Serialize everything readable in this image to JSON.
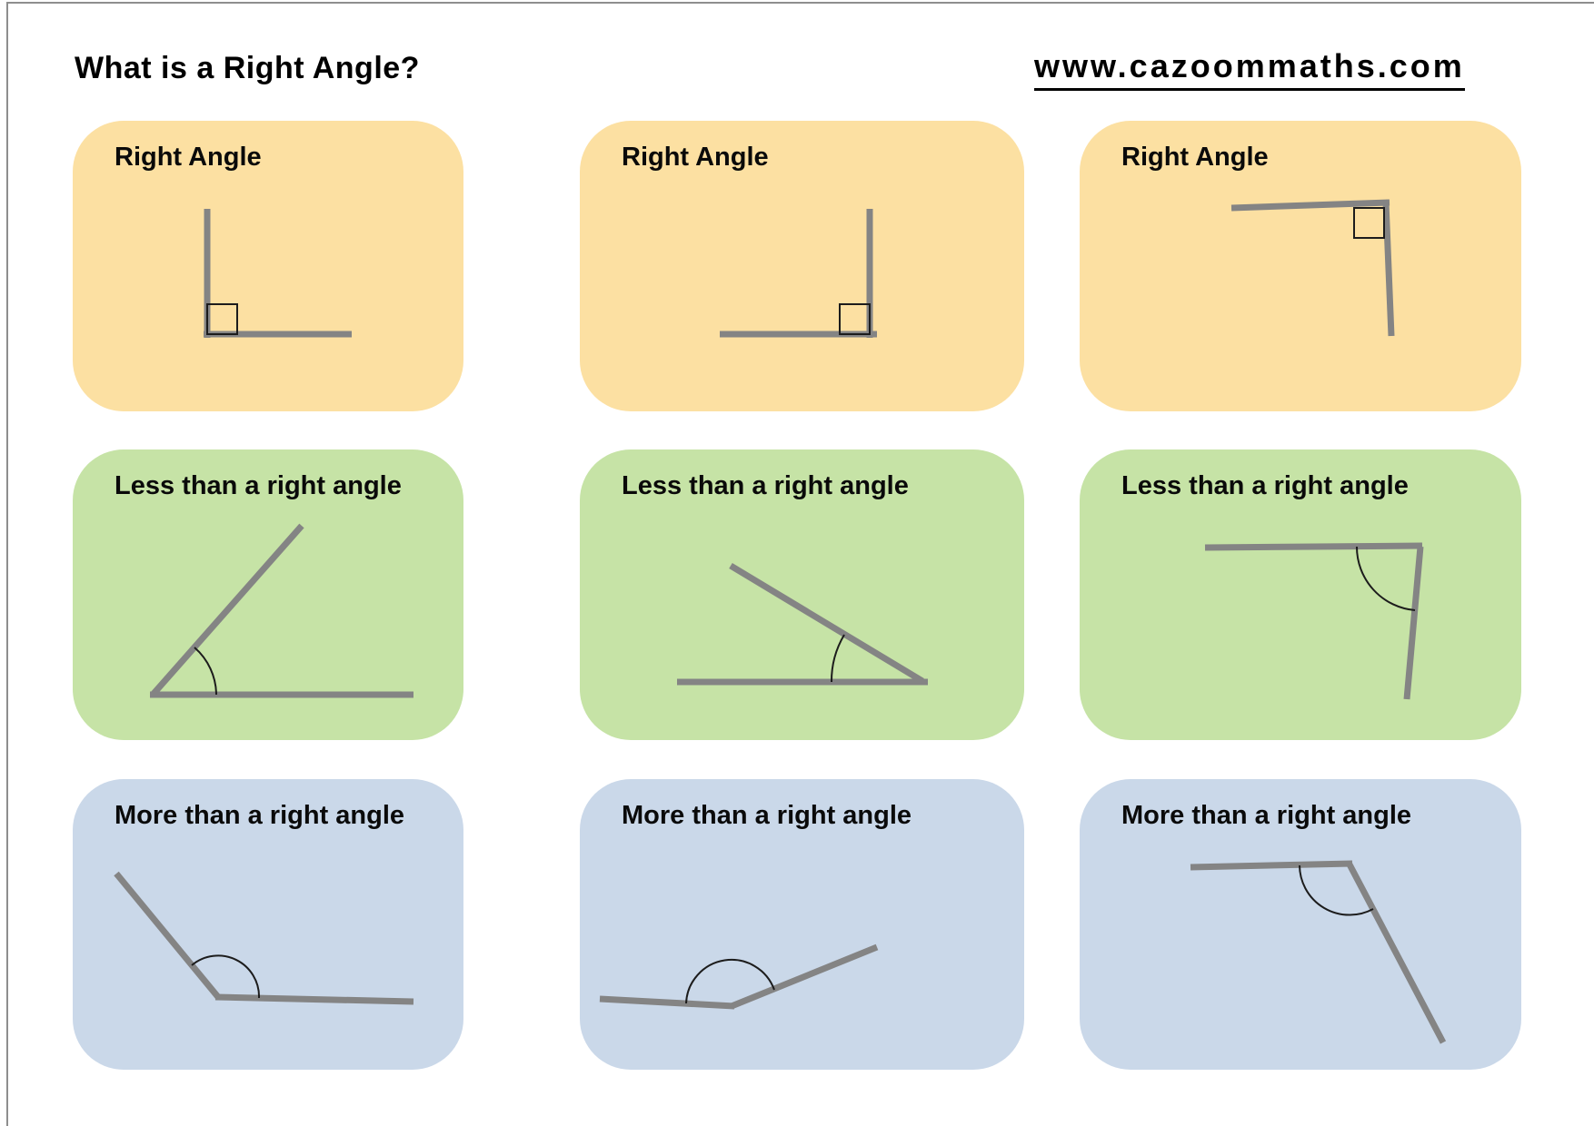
{
  "page": {
    "title": "What is a Right Angle?",
    "website_link": "www.cazoommaths.com"
  },
  "colors": {
    "card_orange": "#FCE0A2",
    "card_green": "#C6E3A6",
    "card_blue": "#CAD8E9",
    "line": "#848484",
    "mark": "#1c1c1c",
    "border": "#8e8e8e"
  },
  "grid": {
    "rows": [
      {
        "name": "right-angle-row",
        "cards": [
          {
            "label": "Right Angle",
            "diagram": "right angle, vertex bottom-left, square marker"
          },
          {
            "label": "Right Angle",
            "diagram": "right angle, vertex bottom-right, square marker"
          },
          {
            "label": "Right Angle",
            "diagram": "right angle, vertex top-right, square marker"
          }
        ]
      },
      {
        "name": "less-than-a-right-angle-row",
        "cards": [
          {
            "label": "Less than a right angle",
            "diagram": "acute angle ~50 degrees, vertex bottom-left, arc marker"
          },
          {
            "label": "Less than a right angle",
            "diagram": "acute angle ~31 degrees, vertex bottom-right, arc marker"
          },
          {
            "label": "Less than a right angle",
            "diagram": "acute angle ~85 degrees, vertex top-right, arc marker"
          }
        ]
      },
      {
        "name": "more-than-a-right-angle-row",
        "cards": [
          {
            "label": "More than a right angle",
            "diagram": "obtuse angle ~130 degrees, vertex bottom-left, arc marker"
          },
          {
            "label": "More than a right angle",
            "diagram": "obtuse angle ~155 degrees, vertex bottom-center, arc marker"
          },
          {
            "label": "More than a right angle",
            "diagram": "obtuse angle ~117 degrees, vertex top-right, arc marker"
          }
        ]
      }
    ]
  }
}
